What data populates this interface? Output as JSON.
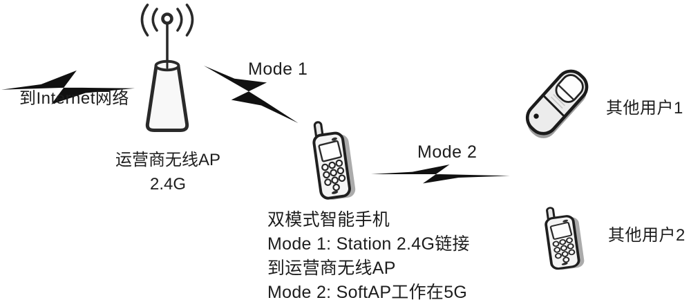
{
  "colors": {
    "ink": "#1f1f1f",
    "text": "#1d1d1d",
    "device_fill": "#f4f4f4",
    "device_shadow": "#a8a8a8",
    "background": "#ffffff"
  },
  "nodes": [
    {
      "id": "internet-link",
      "icon": "lightning-bolt-icon",
      "label": "到Internet网络"
    },
    {
      "id": "operator-ap",
      "icon": "antenna-tower-icon",
      "name": "运营商无线AP",
      "band": "2.4G"
    },
    {
      "id": "mode1-link",
      "icon": "lightning-bolt-icon",
      "label": "Mode 1"
    },
    {
      "id": "dual-mode-phone",
      "icon": "smartphone-icon",
      "caption": [
        "双模式智能手机",
        "Mode 1: Station 2.4G链接",
        "到运营商无线AP",
        "Mode 2: SoftAP工作在5G"
      ]
    },
    {
      "id": "mode2-link",
      "icon": "lightning-bolt-icon",
      "label": "Mode 2"
    },
    {
      "id": "other-user-1",
      "icon": "flip-phone-icon",
      "label": "其他用户1"
    },
    {
      "id": "other-user-2",
      "icon": "mobile-phone-icon",
      "label": "其他用户2"
    }
  ]
}
